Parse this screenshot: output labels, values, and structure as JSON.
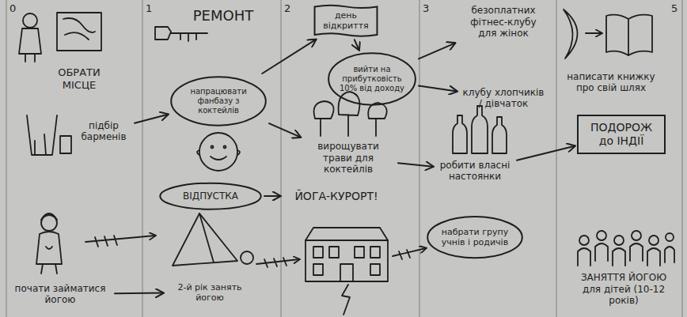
{
  "diagram": {
    "nodes": [
      {
        "text": [
          "ОБРАТИ МІСЦЕ"
        ]
      },
      {
        "text": [
          "РЕМОНТ"
        ]
      },
      {
        "text": [
          "день відкриття"
        ]
      },
      {
        "text": [
          "вийти на прибутковість 10% від доходу"
        ]
      },
      {
        "text": [
          "безоплатних фітнес-клубу для жінок"
        ]
      },
      {
        "text": [
          "клубу хлопчиків / дівчаток"
        ]
      },
      {
        "text": [
          "написати книжку про свій шлях"
        ]
      },
      {
        "text": [
          "підбір барменів"
        ]
      },
      {
        "text": [
          "напрацювати фанбазу з коктейлів"
        ]
      },
      {
        "text": [
          "вирощувати трави для коктейлів"
        ]
      },
      {
        "text": [
          "робити власні настоянки"
        ]
      },
      {
        "text": [
          "ПОДОРОЖ до ІНДІЇ"
        ]
      },
      {
        "text": [
          "ВІДПУСТКА"
        ]
      },
      {
        "text": [
          "ЙОГА-КУРОРТ!"
        ]
      },
      {
        "text": [
          "почати займатися йогою"
        ]
      },
      {
        "text": [
          "2-й рік занять йогою"
        ]
      },
      {
        "text": [
          "набрати групу учнів і родичів"
        ]
      },
      {
        "text": [
          "ЗАНЯТТЯ ЙОГОЮ для дітей (10-12 років)"
        ]
      }
    ],
    "edges": [
      {
        "from": 8,
        "to": 2,
        "arrow": "to"
      },
      {
        "from": 2,
        "to": 3,
        "arrow": "to"
      },
      {
        "from": 3,
        "to": 4,
        "arrow": "to"
      },
      {
        "from": 3,
        "to": 5,
        "arrow": "to"
      },
      {
        "from": 7,
        "to": 8,
        "arrow": "to"
      },
      {
        "from": 8,
        "to": 9,
        "arrow": "to"
      },
      {
        "from": 9,
        "to": 10,
        "arrow": "to"
      },
      {
        "from": 10,
        "to": 11,
        "arrow": "to"
      },
      {
        "from": 12,
        "to": 13,
        "arrow": "to"
      },
      {
        "from": 14,
        "to": 15,
        "arrow": "to"
      }
    ],
    "labels": [
      "0",
      "1",
      "2",
      "3",
      "5"
    ]
  }
}
